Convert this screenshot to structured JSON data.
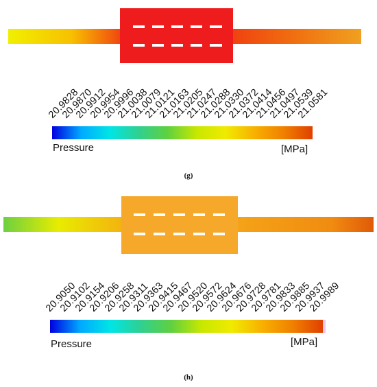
{
  "panels": [
    {
      "id": "g",
      "caption": "(g)",
      "ticks": [
        "20.9828",
        "20.9870",
        "20.9912",
        "20.9954",
        "20.9996",
        "21.0038",
        "21.0079",
        "21.0121",
        "21.0163",
        "21.0205",
        "21.0247",
        "21.0288",
        "21.0330",
        "21.0372",
        "21.0414",
        "21.0456",
        "21.0497",
        "21.0539",
        "21.0581"
      ],
      "legend_title": "Pressure",
      "unit": "[MPa]"
    },
    {
      "id": "h",
      "caption": "(h)",
      "ticks": [
        "20.9050",
        "20.9102",
        "20.9154",
        "20.9206",
        "20.9258",
        "20.9311",
        "20.9363",
        "20.9415",
        "20.9467",
        "20.9520",
        "20.9572",
        "20.9624",
        "20.9676",
        "20.9728",
        "20.9781",
        "20.9833",
        "20.9885",
        "20.9937",
        "20.9989"
      ],
      "legend_title": "Pressure",
      "unit": "[MPa]"
    }
  ],
  "colormap": [
    "#0000e0",
    "#00aaff",
    "#00e5e5",
    "#30d090",
    "#60d040",
    "#c8e800",
    "#f0ea00",
    "#f8b000",
    "#f08000",
    "#e04000"
  ]
}
